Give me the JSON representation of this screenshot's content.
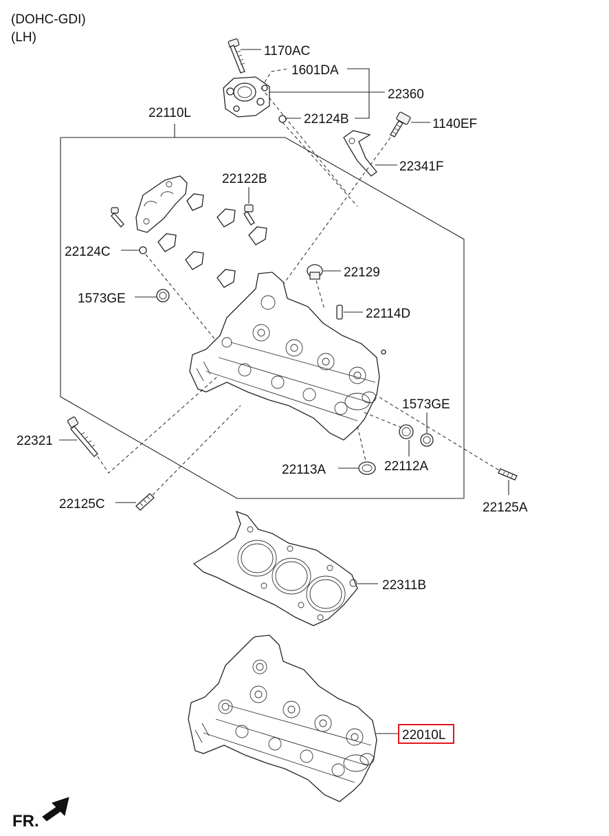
{
  "header": {
    "line1": "(DOHC-GDI)",
    "line2": "(LH)"
  },
  "labels": {
    "p1170AC": "1170AC",
    "p1601DA": "1601DA",
    "p22360": "22360",
    "p22124B": "22124B",
    "p22110L": "22110L",
    "p1140EF": "1140EF",
    "p22341F": "22341F",
    "p22122B": "22122B",
    "p22124C": "22124C",
    "p22129": "22129",
    "p1573GE_a": "1573GE",
    "p22114D": "22114D",
    "p1573GE_b": "1573GE",
    "p22321": "22321",
    "p22113A": "22113A",
    "p22112A": "22112A",
    "p22125C": "22125C",
    "p22125A": "22125A",
    "p22311B": "22311B",
    "p22010L": "22010L"
  },
  "highlighted_part": "22010L",
  "footer": {
    "direction": "FR."
  },
  "colors": {
    "highlight": "#e0161b",
    "line": "#222222"
  },
  "icons": {
    "direction_arrow": "arrow-front-icon"
  }
}
